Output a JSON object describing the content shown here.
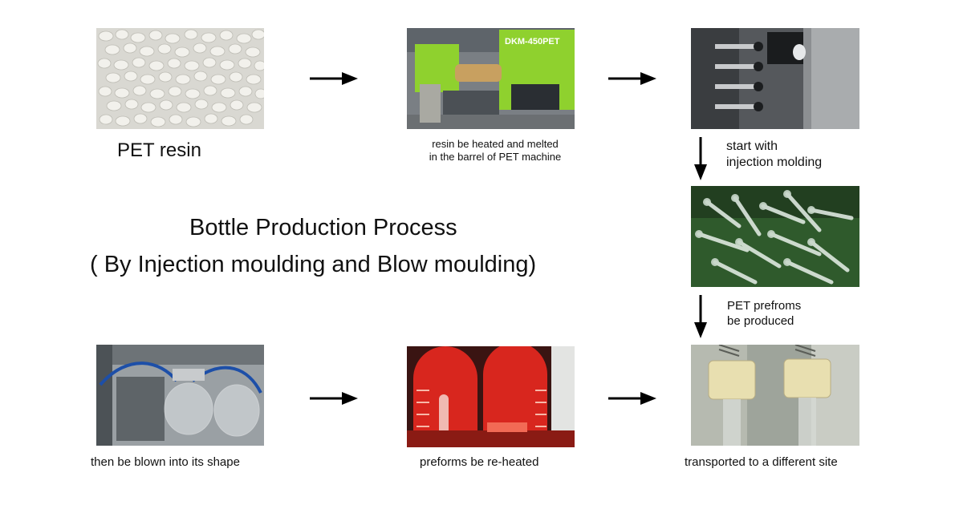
{
  "title": {
    "line1": "Bottle Production Process",
    "line2": "( By Injection moulding and Blow moulding)"
  },
  "machine_label": "DKM-450PET",
  "steps": [
    {
      "caption": "PET resin"
    },
    {
      "caption": "resin be heated and melted\nin the barrel of PET machine"
    },
    {
      "caption": "start with\ninjection molding"
    },
    {
      "caption": "PET prefroms\nbe produced"
    },
    {
      "caption": "transported to a different site"
    },
    {
      "caption": "preforms be re-heated"
    },
    {
      "caption": "then be blown into its shape"
    }
  ],
  "colors": {
    "text": "#111111",
    "arrow": "#000000",
    "machine_green": "#8fd12e",
    "heater_red": "#d8261e",
    "cap_beige": "#e8dfb0"
  }
}
